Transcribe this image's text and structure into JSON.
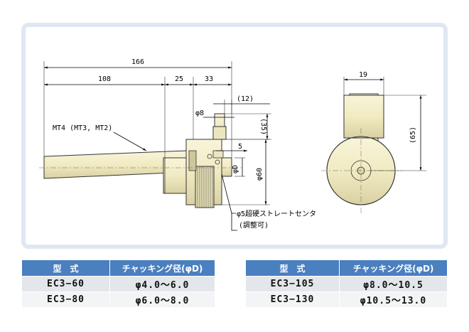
{
  "drawing": {
    "dims": {
      "d166": "166",
      "d108": "108",
      "d25": "25",
      "d33": "33",
      "d12": "(12)",
      "d8": "φ8",
      "d35": "(35)",
      "d5": "5",
      "dD": "φD",
      "d60": "φ60",
      "d19": "19",
      "d65": "(65)"
    },
    "taper_label": "MT4 (MT3, MT2)",
    "center_note_1": "φ5超硬ストレートセンタ",
    "center_note_2": "(調整可)"
  },
  "tables": {
    "header_model": "型　式",
    "header_range": "チャッキング径(φD)",
    "left": [
      {
        "model": "EC3−60",
        "range": "φ4.0〜6.0"
      },
      {
        "model": "EC3−80",
        "range": "φ6.0〜8.0"
      }
    ],
    "right": [
      {
        "model": "EC3−105",
        "range": "φ8.0〜10.5"
      },
      {
        "model": "EC3−130",
        "range": "φ10.5〜13.0"
      }
    ]
  },
  "colors": {
    "panel_border": "#dfe8f2",
    "part_fill": "#f5f0cf",
    "header_blue": "#4a7fc0"
  }
}
